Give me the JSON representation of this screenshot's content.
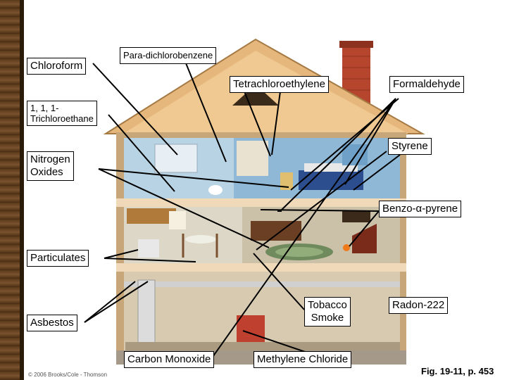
{
  "labels": {
    "chloroform": "Chloroform",
    "para_dichlorobenzene": "Para-dichlorobenzene",
    "tetrachloroethylene": "Tetrachloroethylene",
    "formaldehyde": "Formaldehyde",
    "trichloroethane_line1": "1, 1, 1-",
    "trichloroethane_line2": "Trichloroethane",
    "styrene": "Styrene",
    "nitrogen_oxides_line1": "Nitrogen",
    "nitrogen_oxides_line2": "Oxides",
    "benzo_pyrene": "Benzo-α-pyrene",
    "particulates": "Particulates",
    "tobacco_smoke_line1": "Tobacco",
    "tobacco_smoke_line2": "Smoke",
    "radon": "Radon-222",
    "asbestos": "Asbestos",
    "carbon_monoxide": "Carbon Monoxide",
    "methylene_chloride": "Methylene Chloride"
  },
  "figure_ref": "Fig. 19-11, p. 453",
  "copyright": "© 2006 Brooks/Cole - Thomson"
}
